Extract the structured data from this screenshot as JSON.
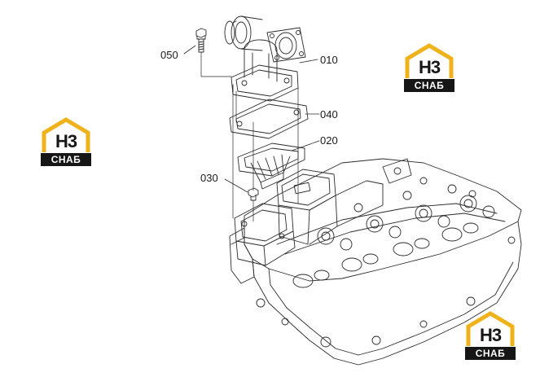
{
  "diagram": {
    "callouts": [
      {
        "id": "050",
        "text": "050"
      },
      {
        "id": "010",
        "text": "010"
      },
      {
        "id": "040",
        "text": "040"
      },
      {
        "id": "020",
        "text": "020"
      },
      {
        "id": "030",
        "text": "030"
      }
    ]
  },
  "watermark": {
    "mark_text": "H3",
    "band_text": "СНАБ",
    "colors": {
      "roof": "#f0b21a",
      "band": "#161616",
      "mark": "#161616"
    }
  },
  "colors": {
    "line": "#2b2b2b",
    "background": "#ffffff"
  }
}
